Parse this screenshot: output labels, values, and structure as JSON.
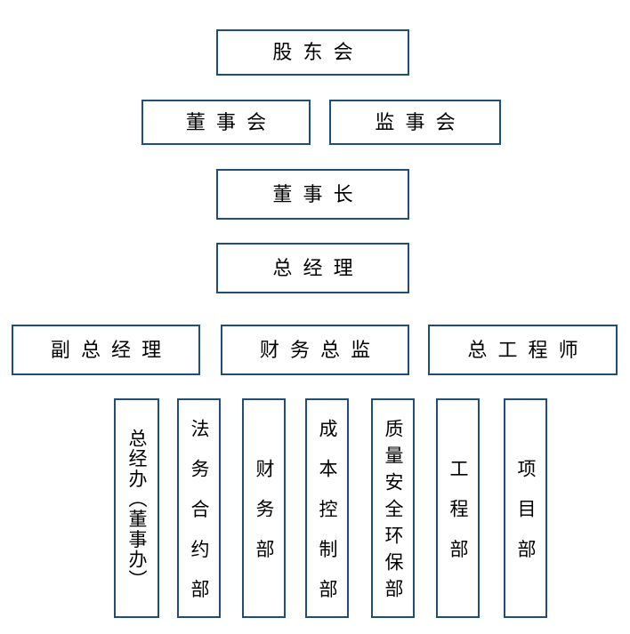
{
  "diagram": {
    "type": "organization-chart",
    "rows": [
      {
        "level": 1,
        "boxes": [
          {
            "id": "shareholders-meeting",
            "label": "股东会"
          }
        ]
      },
      {
        "level": 2,
        "boxes": [
          {
            "id": "board-of-directors",
            "label": "董事会"
          },
          {
            "id": "supervisory-board",
            "label": "监事会"
          }
        ]
      },
      {
        "level": 3,
        "boxes": [
          {
            "id": "chairman",
            "label": "董事长"
          }
        ]
      },
      {
        "level": 4,
        "boxes": [
          {
            "id": "general-manager",
            "label": "总经理"
          }
        ]
      },
      {
        "level": 5,
        "boxes": [
          {
            "id": "deputy-general-manager",
            "label": "副总经理"
          },
          {
            "id": "finance-director",
            "label": "财务总监"
          },
          {
            "id": "chief-engineer",
            "label": "总工程师"
          }
        ]
      },
      {
        "level": 6,
        "orientation": "vertical",
        "boxes": [
          {
            "id": "gm-office",
            "label": "总经办（董事办）"
          },
          {
            "id": "legal-contract-dept",
            "label": "法务合约部"
          },
          {
            "id": "finance-dept",
            "label": "财务部"
          },
          {
            "id": "cost-control-dept",
            "label": "成本控制部"
          },
          {
            "id": "quality-safety-env-dept",
            "label": "质量安全环保部"
          },
          {
            "id": "engineering-dept",
            "label": "工程部"
          },
          {
            "id": "project-dept",
            "label": "项目部"
          }
        ]
      }
    ]
  },
  "colors": {
    "box_border": "#1F4E79",
    "text": "#000000",
    "background": "#FFFFFF"
  }
}
